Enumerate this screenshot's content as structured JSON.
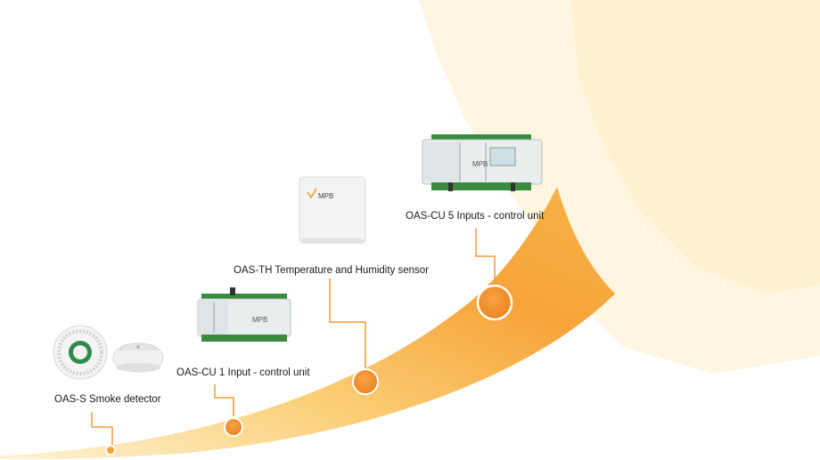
{
  "colors": {
    "accent": "#f08a1c",
    "accent_light": "#fde7b8",
    "line": "#f09a3a",
    "cream": "#fdf5dc"
  },
  "timeline": {
    "steps": [
      {
        "label": "OAS-S Smoke detector",
        "product_icon": "smoke-detector-icon"
      },
      {
        "label": "OAS-CU 1 Input - control unit",
        "product_icon": "control-unit-1-icon"
      },
      {
        "label": "OAS-TH Temperature and Humidity sensor",
        "product_icon": "temperature-humidity-sensor-icon"
      },
      {
        "label": "OAS-CU 5 Inputs - control unit",
        "product_icon": "control-unit-5-icon"
      }
    ]
  },
  "brand": {
    "logo_text": "MPB"
  }
}
